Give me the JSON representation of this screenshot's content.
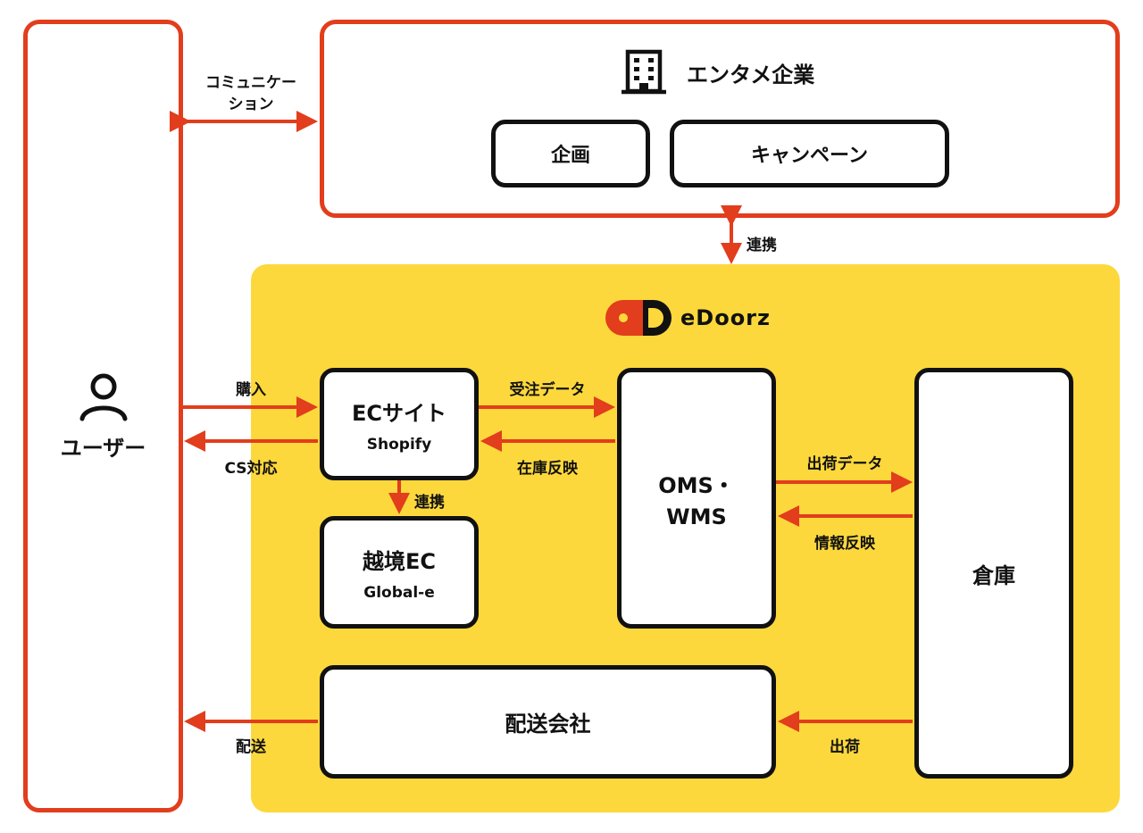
{
  "user": {
    "label": "ユーザー",
    "icon": "user-icon"
  },
  "company": {
    "title": "エンタメ企業",
    "icon": "building-icon",
    "items": [
      "企画",
      "キャンペーン"
    ]
  },
  "platform": {
    "name": "eDoorz",
    "logo": "edoorz-logo"
  },
  "boxes": {
    "ec_site": {
      "title": "ECサイト",
      "sub": "Shopify"
    },
    "cross_border": {
      "title": "越境EC",
      "sub": "Global-e"
    },
    "oms": {
      "line1": "OMS・",
      "line2": "WMS"
    },
    "warehouse": {
      "title": "倉庫"
    },
    "delivery": {
      "title": "配送会社"
    }
  },
  "labels": {
    "communication_1": "コミュニケー",
    "communication_2": "ション",
    "renkei_top": "連携",
    "purchase": "購入",
    "cs": "CS対応",
    "order_data": "受注データ",
    "stock_reflect": "在庫反映",
    "renkei_ec": "連携",
    "ship_data": "出荷データ",
    "info_reflect": "情報反映",
    "ship": "出荷",
    "delivery": "配送"
  },
  "colors": {
    "red": "#e23d1c",
    "yellow": "#fdd83c",
    "black": "#111111"
  }
}
